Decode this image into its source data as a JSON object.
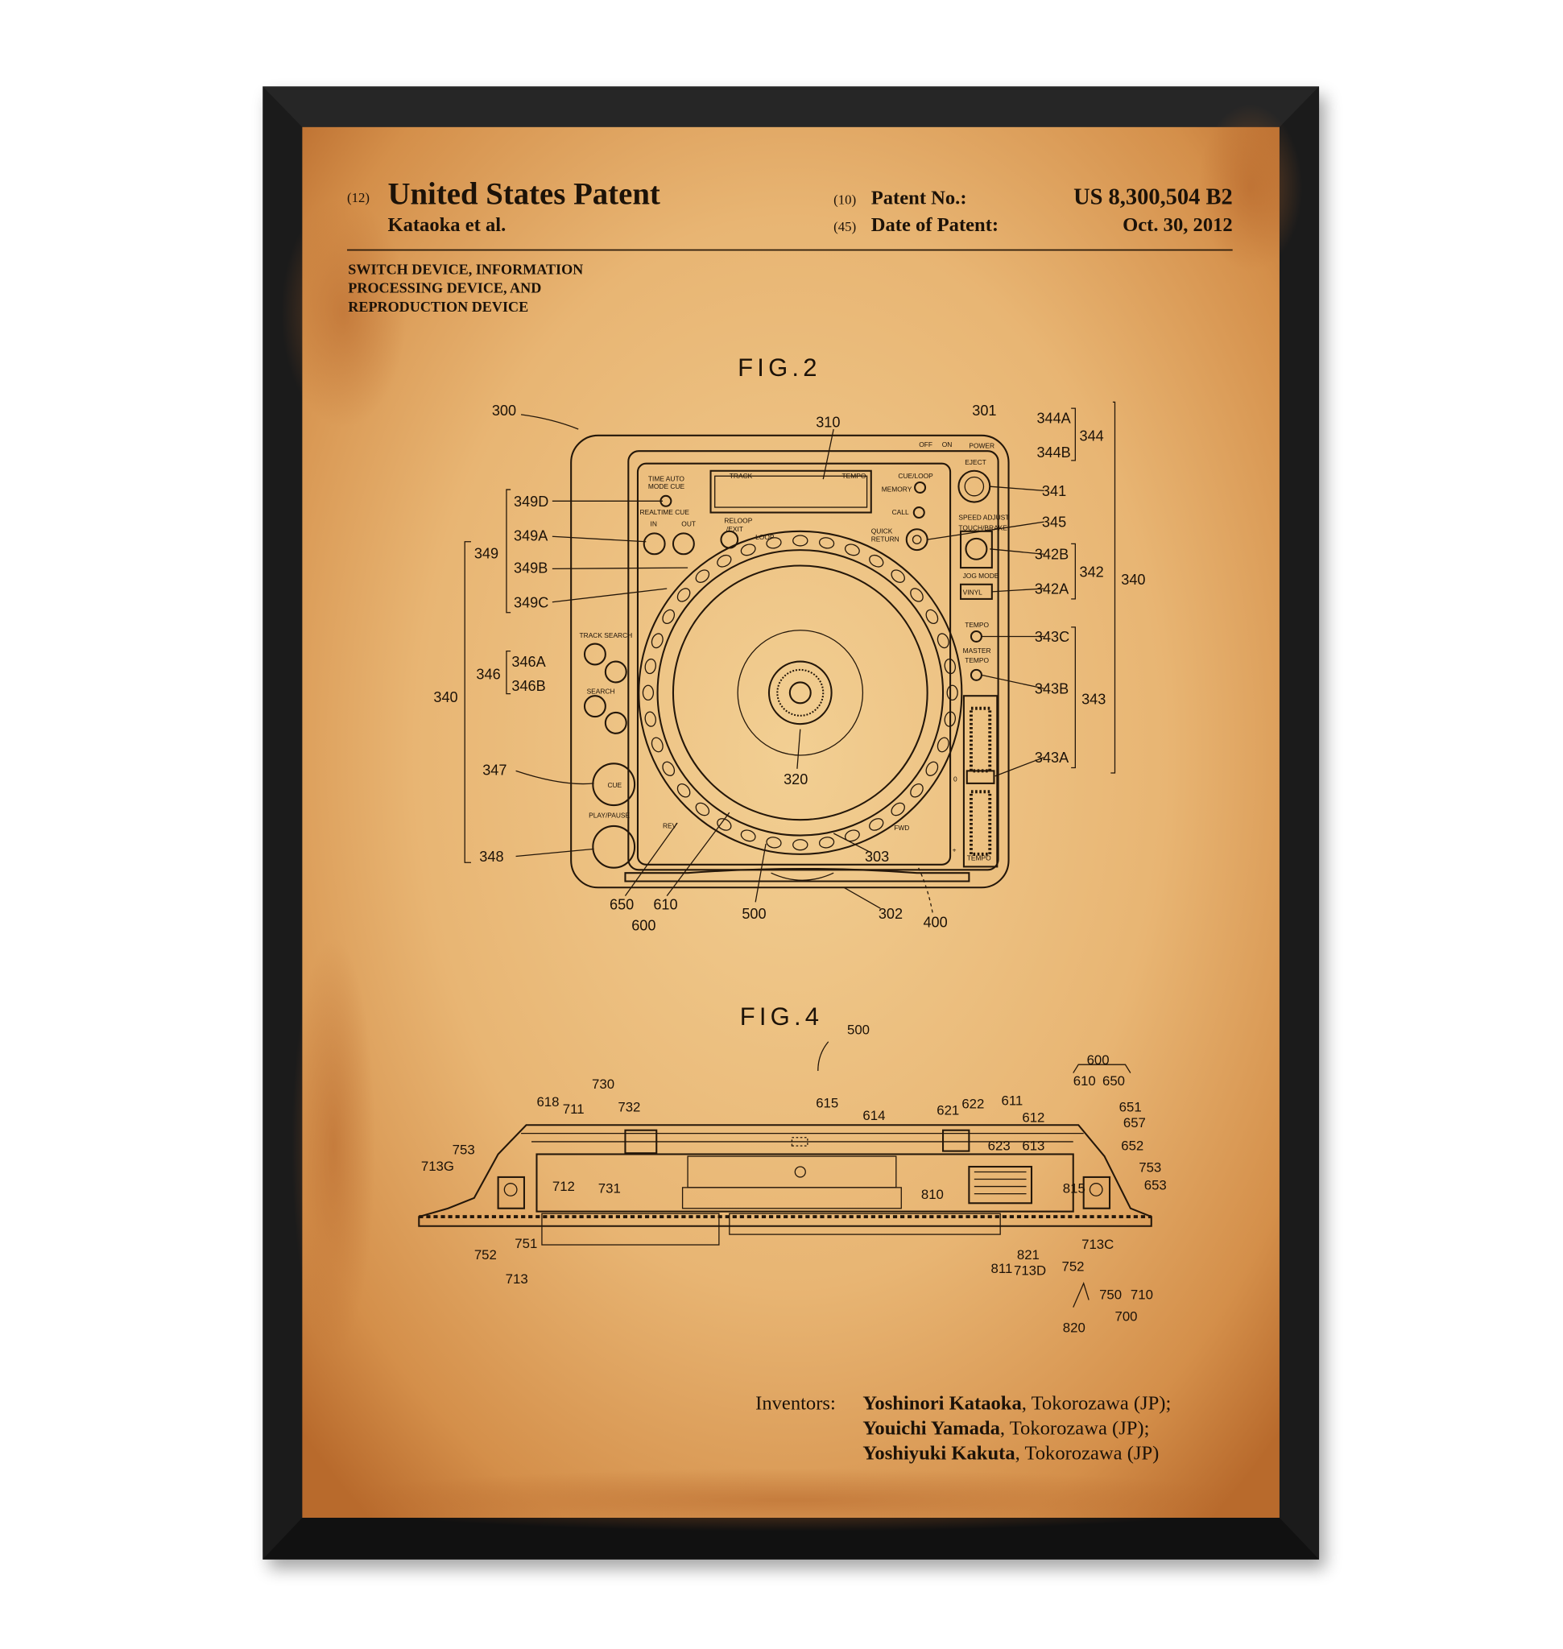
{
  "header": {
    "code_12": "(12)",
    "doc_type": "United States Patent",
    "inventor_short": "Kataoka et al.",
    "code_10": "(10)",
    "patent_no_label": "Patent No.:",
    "patent_no": "US 8,300,504 B2",
    "code_45": "(45)",
    "date_label": "Date of Patent:",
    "date": "Oct. 30, 2012"
  },
  "title_lines": [
    "SWITCH DEVICE, INFORMATION",
    "PROCESSING DEVICE, AND",
    "REPRODUCTION DEVICE"
  ],
  "fig2": {
    "title": "FIG.2",
    "labels": [
      "300",
      "310",
      "301",
      "344A",
      "344",
      "344B",
      "341",
      "345",
      "342B",
      "342",
      "340",
      "342A",
      "343C",
      "343B",
      "343",
      "343A",
      "349D",
      "349A",
      "349",
      "349B",
      "349C",
      "346A",
      "346",
      "346B",
      "340",
      "347",
      "348",
      "320",
      "303",
      "650",
      "610",
      "600",
      "500",
      "302",
      "400"
    ],
    "panel_text": [
      "TRACK",
      "TEMPO",
      "MEMORY",
      "CALL",
      "EJECT",
      "CUE/LOOP",
      "QUICK",
      "RETURN",
      "TIME AUTO",
      "MODE CUE",
      "REALTIME CUE",
      "IN",
      "OUT",
      "RELOOP",
      "/EXIT",
      "LOOP",
      "TRACK SEARCH",
      "SEARCH",
      "CUE",
      "PLAY/PAUSE",
      "REV",
      "FWD",
      "TEMPO",
      "MASTER",
      "TEMPO",
      "JOG MODE",
      "VINYL",
      "TOUCH/BRAKE",
      "SPEED ADJUST",
      "OFF",
      "ON",
      "POWER",
      "TEMPO",
      "0",
      "+"
    ]
  },
  "fig4": {
    "title": "FIG.4",
    "labels": [
      "500",
      "600",
      "610",
      "650",
      "730",
      "618",
      "711",
      "732",
      "615",
      "614",
      "621",
      "622",
      "611",
      "612",
      "651",
      "657",
      "623",
      "613",
      "652",
      "753",
      "713G",
      "712",
      "731",
      "810",
      "815",
      "753",
      "653",
      "752",
      "751",
      "713",
      "821",
      "811",
      "713D",
      "752",
      "713C",
      "750",
      "710",
      "700",
      "820"
    ]
  },
  "inventors": {
    "label": "Inventors:",
    "list": [
      {
        "name": "Yoshinori Kataoka",
        "place": ", Tokorozawa (JP);"
      },
      {
        "name": "Youichi Yamada",
        "place": ", Tokorozawa (JP);"
      },
      {
        "name": "Yoshiyuki Kakuta",
        "place": ", Tokorozawa (JP)"
      }
    ]
  },
  "colors": {
    "paper": "#e3a964",
    "paper_light": "#f0c888",
    "frame": "#1a1a1a",
    "ink": "#1c1208"
  }
}
